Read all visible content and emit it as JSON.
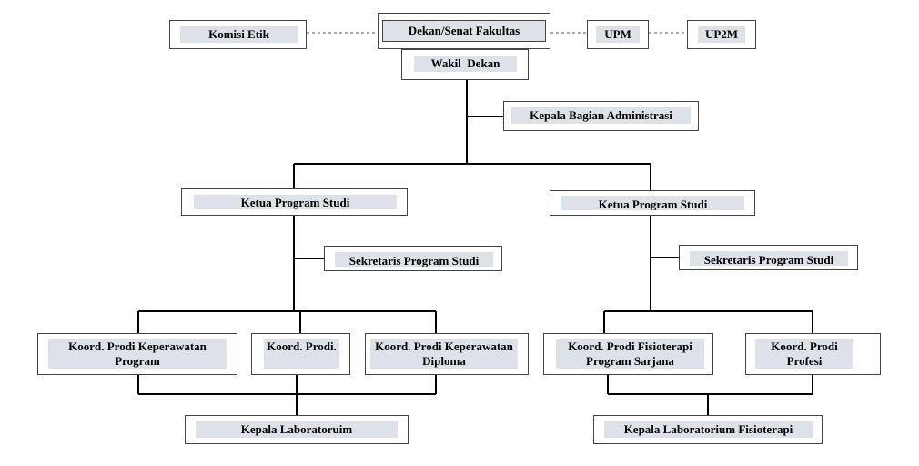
{
  "nodes": {
    "komisi_etik": "Komisi Etik",
    "dekan": "Dekan/Senat Fakultas",
    "upm": "UPM",
    "up2m": "UP2M",
    "wakil_dekan": "Wakil  Dekan",
    "kabag_admin": "Kepala Bagian Administrasi",
    "kaprodi_left": "Ketua Program Studi",
    "kaprodi_right": "Ketua Program Studi",
    "sekretaris_left": "Sekretaris Program Studi",
    "sekretaris_right": "Sekretaris Program Studi",
    "koord_kep_program": "Koord. Prodi Keperawatan Program",
    "koord_prodi": "Koord. Prodi.",
    "koord_kep_diploma": "Koord. Prodi Keperawatan Diploma",
    "koord_fisio_sarjana": "Koord. Prodi Fisioterapi Program Sarjana",
    "koord_profesi": "Koord. Prodi Profesi",
    "kalab": "Kepala Laboratoruim",
    "kalab_fisio": "Kepala Laboratorium Fisioterapi"
  },
  "line_color": "#000000",
  "dashed_line_color": "#555555",
  "label_fill": "#dde1e8"
}
